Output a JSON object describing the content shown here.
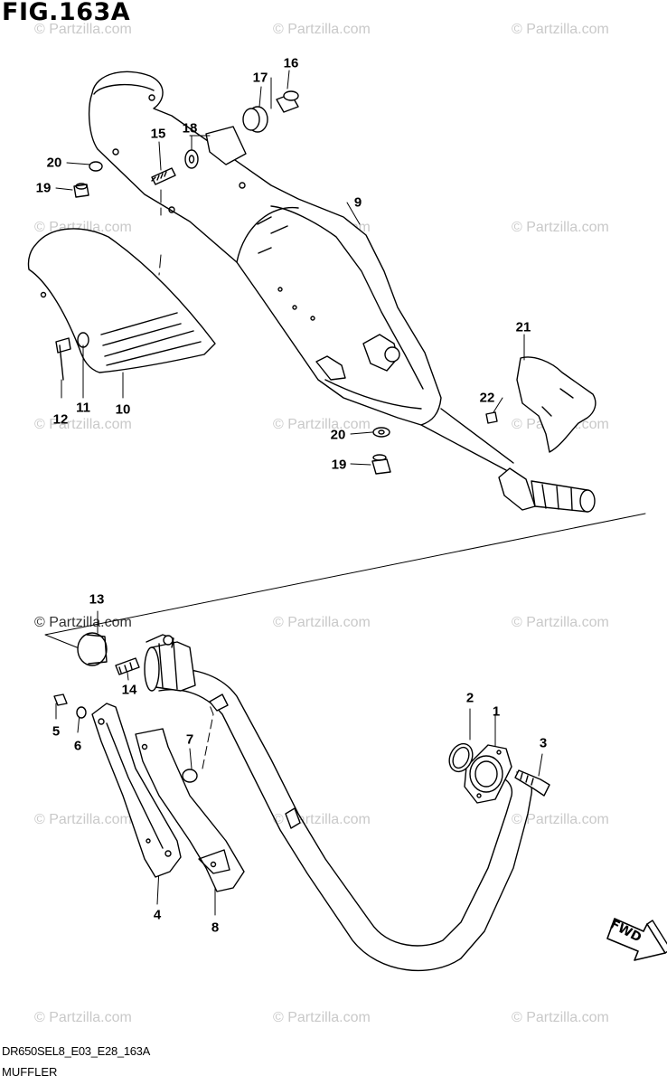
{
  "figure": {
    "title": "FIG.163A",
    "model_code": "DR650SEL8_E03_E28_163A",
    "section": "MUFFLER",
    "direction_label": "FWD"
  },
  "watermark": "© Partzilla.com",
  "watermark_strong": "© Partzilla.com",
  "callouts": [
    {
      "id": "c16",
      "label": "16"
    },
    {
      "id": "c17",
      "label": "17"
    },
    {
      "id": "c15",
      "label": "15"
    },
    {
      "id": "c18",
      "label": "18"
    },
    {
      "id": "c20a",
      "label": "20"
    },
    {
      "id": "c19a",
      "label": "19"
    },
    {
      "id": "c9",
      "label": "9"
    },
    {
      "id": "c21",
      "label": "21"
    },
    {
      "id": "c22",
      "label": "22"
    },
    {
      "id": "c20b",
      "label": "20"
    },
    {
      "id": "c19b",
      "label": "19"
    },
    {
      "id": "c12",
      "label": "12"
    },
    {
      "id": "c11",
      "label": "11"
    },
    {
      "id": "c10",
      "label": "10"
    },
    {
      "id": "c13",
      "label": "13"
    },
    {
      "id": "c14",
      "label": "14"
    },
    {
      "id": "c5",
      "label": "5"
    },
    {
      "id": "c6",
      "label": "6"
    },
    {
      "id": "c7",
      "label": "7"
    },
    {
      "id": "c4",
      "label": "4"
    },
    {
      "id": "c8",
      "label": "8"
    },
    {
      "id": "c2",
      "label": "2"
    },
    {
      "id": "c1",
      "label": "1"
    },
    {
      "id": "c3",
      "label": "3"
    }
  ]
}
